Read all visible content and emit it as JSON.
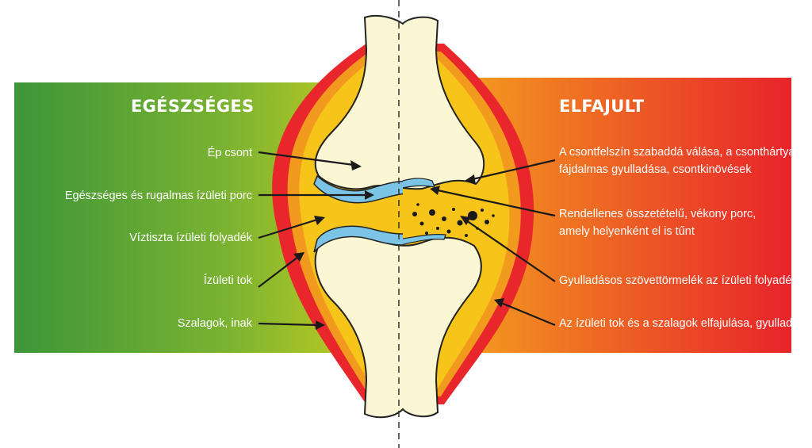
{
  "left_panel": {
    "heading": "EGÉSZSÉGES",
    "color_start": "#3f9a3a",
    "color_end": "#c8cf2a",
    "labels": [
      "Ép csont",
      "Egészséges és rugalmas ízületi porc",
      "Víztiszta ízületi folyadék",
      "Ízületi tok",
      "Szalagok, inak"
    ]
  },
  "right_panel": {
    "heading": "ELFAJULT",
    "color_start": "#f5a623",
    "color_end": "#e8262b",
    "labels": [
      {
        "line1": "A csontfelszín szabaddá válása, a csonthártya",
        "line2": "fájdalmas gyulladása, csontkinövések"
      },
      {
        "line1": "Rendellenes összetételű, vékony porc,",
        "line2": "amely helyenként el is tűnt"
      },
      {
        "line1": "Gyulladásos szövettörmelék az ízületi folyadékban",
        "line2": ""
      },
      {
        "line1": "Az ízületi tok és a szalagok elfajulása, gyulladása",
        "line2": ""
      }
    ]
  },
  "colors": {
    "bone": "#fbf6d4",
    "cartilage": "#7cc4e6",
    "synovial_fluid": "#f7c51a",
    "capsule": "#e8262b",
    "ligament": "#f29a1e"
  }
}
